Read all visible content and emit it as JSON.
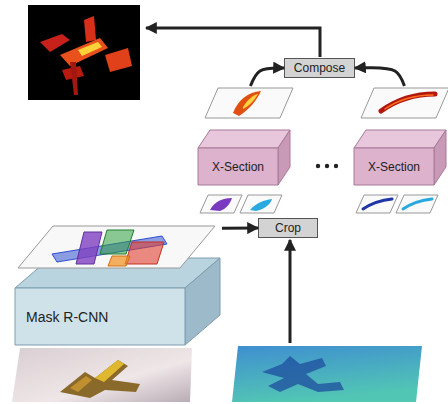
{
  "diagram": {
    "nodes": [
      {
        "text": [
          "Mask R-CNN"
        ]
      },
      {
        "text": [
          "Crop"
        ]
      },
      {
        "text": [
          "X-Section"
        ]
      },
      {
        "text": [
          "X-Section"
        ]
      },
      {
        "text": [
          "Compose"
        ]
      }
    ],
    "edges": [
      {
        "from": 0,
        "to": 1,
        "arrow": "to"
      },
      {
        "from": 2,
        "to": 4,
        "arrow": "to"
      },
      {
        "from": 3,
        "to": 4,
        "arrow": "to"
      }
    ]
  }
}
